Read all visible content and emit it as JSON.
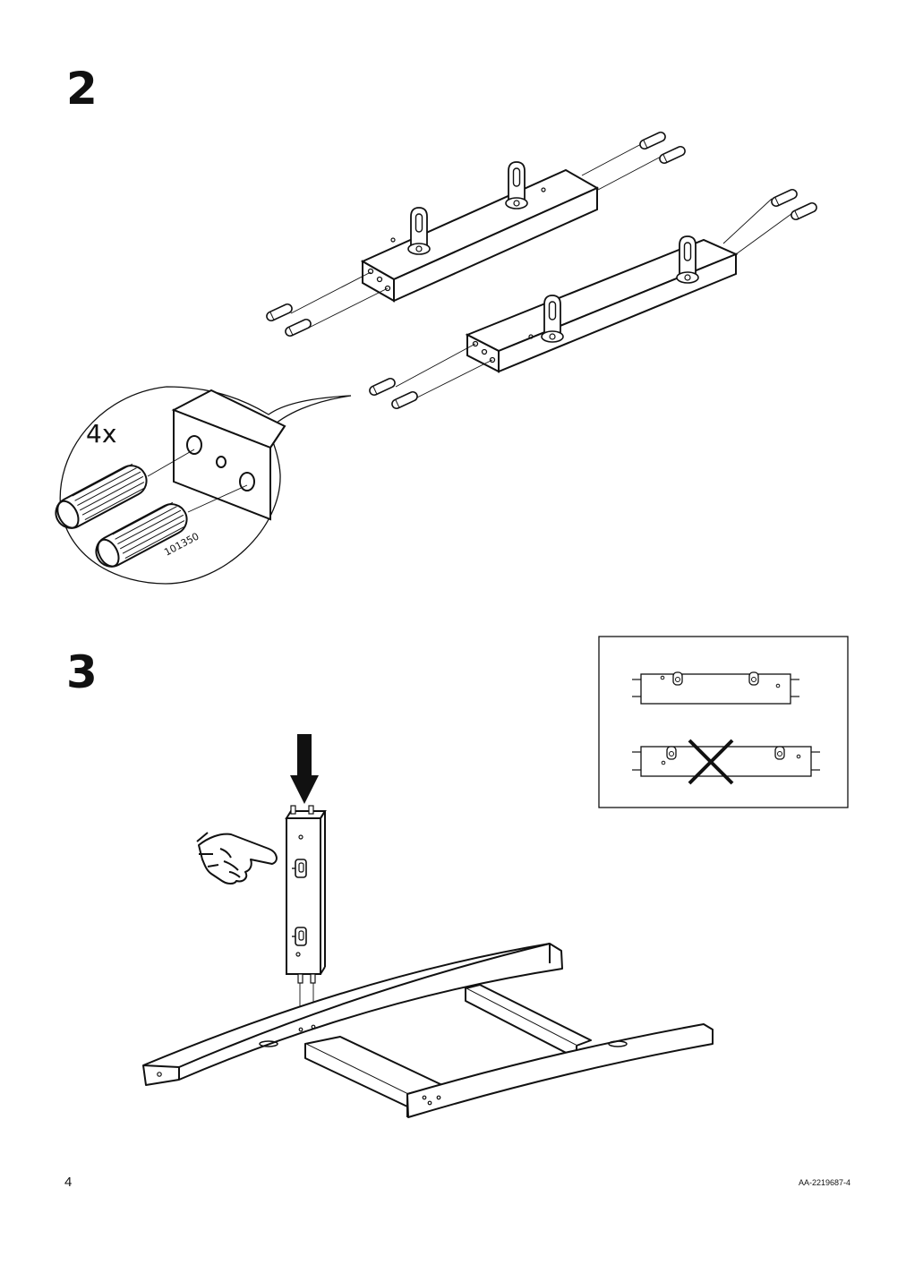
{
  "page": {
    "number": "4",
    "document_code": "AA-2219687-4"
  },
  "steps": [
    {
      "number": "2",
      "callout": {
        "quantity": "4x",
        "part_number": "101350"
      }
    },
    {
      "number": "3",
      "inset": {
        "correct_example": true,
        "incorrect_mark": "X"
      }
    }
  ]
}
